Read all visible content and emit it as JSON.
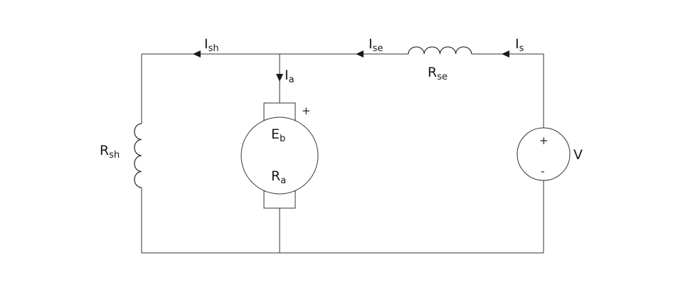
{
  "labels": {
    "i_sh": {
      "main": "I",
      "sub": "sh"
    },
    "i_se": {
      "main": "I",
      "sub": "se"
    },
    "i_s": {
      "main": "I",
      "sub": "s"
    },
    "i_a": {
      "main": "I",
      "sub": "a"
    },
    "r_se": {
      "main": "R",
      "sub": "se"
    },
    "r_sh": {
      "main": "R",
      "sub": "sh"
    },
    "e_b": {
      "main": "E",
      "sub": "b"
    },
    "r_a": {
      "main": "R",
      "sub": "a"
    },
    "v": "V",
    "armature_plus": "+",
    "source_plus": "+",
    "source_minus": "-"
  }
}
